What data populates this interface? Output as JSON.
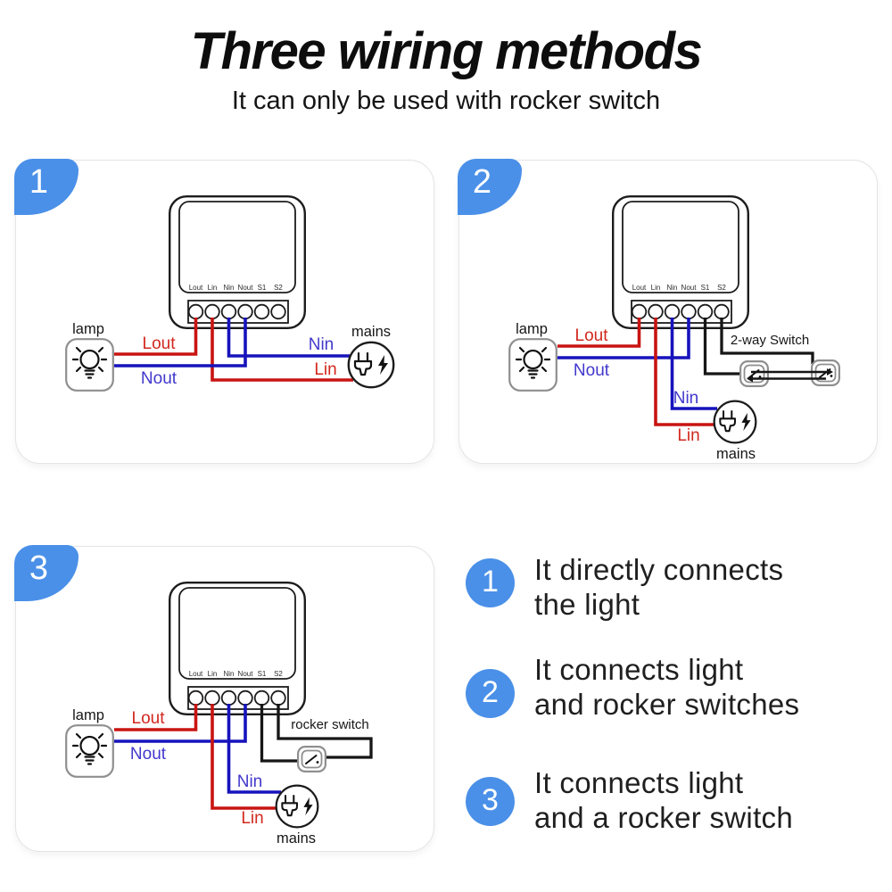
{
  "header": {
    "title": "Three wiring methods",
    "subtitle": "It can only be used with rocker switch"
  },
  "colors": {
    "accent_blue": "#4a90e8",
    "wire_red": "#c81412",
    "wire_blue": "#1713bc",
    "wire_black": "#161616",
    "label_red": "#d2281e",
    "label_blue": "#4238cc",
    "panel_border": "#e4e4e4",
    "icon_grey": "#8f8f8f",
    "text_dark": "#1b1b1b"
  },
  "panels": [
    {
      "badge": "1",
      "terminals": [
        "Lout",
        "Lin",
        "Nin",
        "Nout",
        "S1",
        "S2"
      ],
      "lamp_label": "lamp",
      "mains_label": "mains",
      "wire_labels": {
        "lout": "Lout",
        "nout": "Nout",
        "nin": "Nin",
        "lin": "Lin"
      }
    },
    {
      "badge": "2",
      "terminals": [
        "Lout",
        "Lin",
        "Nin",
        "Nout",
        "S1",
        "S2"
      ],
      "lamp_label": "lamp",
      "mains_label": "mains",
      "switch_label": "2-way Switch",
      "wire_labels": {
        "lout": "Lout",
        "nout": "Nout",
        "nin": "Nin",
        "lin": "Lin"
      }
    },
    {
      "badge": "3",
      "terminals": [
        "Lout",
        "Lin",
        "Nin",
        "Nout",
        "S1",
        "S2"
      ],
      "lamp_label": "lamp",
      "mains_label": "mains",
      "switch_label": "rocker switch",
      "wire_labels": {
        "lout": "Lout",
        "nout": "Nout",
        "nin": "Nin",
        "lin": "Lin"
      }
    }
  ],
  "notes": [
    {
      "badge": "1",
      "line1": "It directly connects",
      "line2": "the light"
    },
    {
      "badge": "2",
      "line1": "It connects light",
      "line2": "and rocker switches"
    },
    {
      "badge": "3",
      "line1": "It connects light",
      "line2": "and a rocker switch"
    }
  ]
}
